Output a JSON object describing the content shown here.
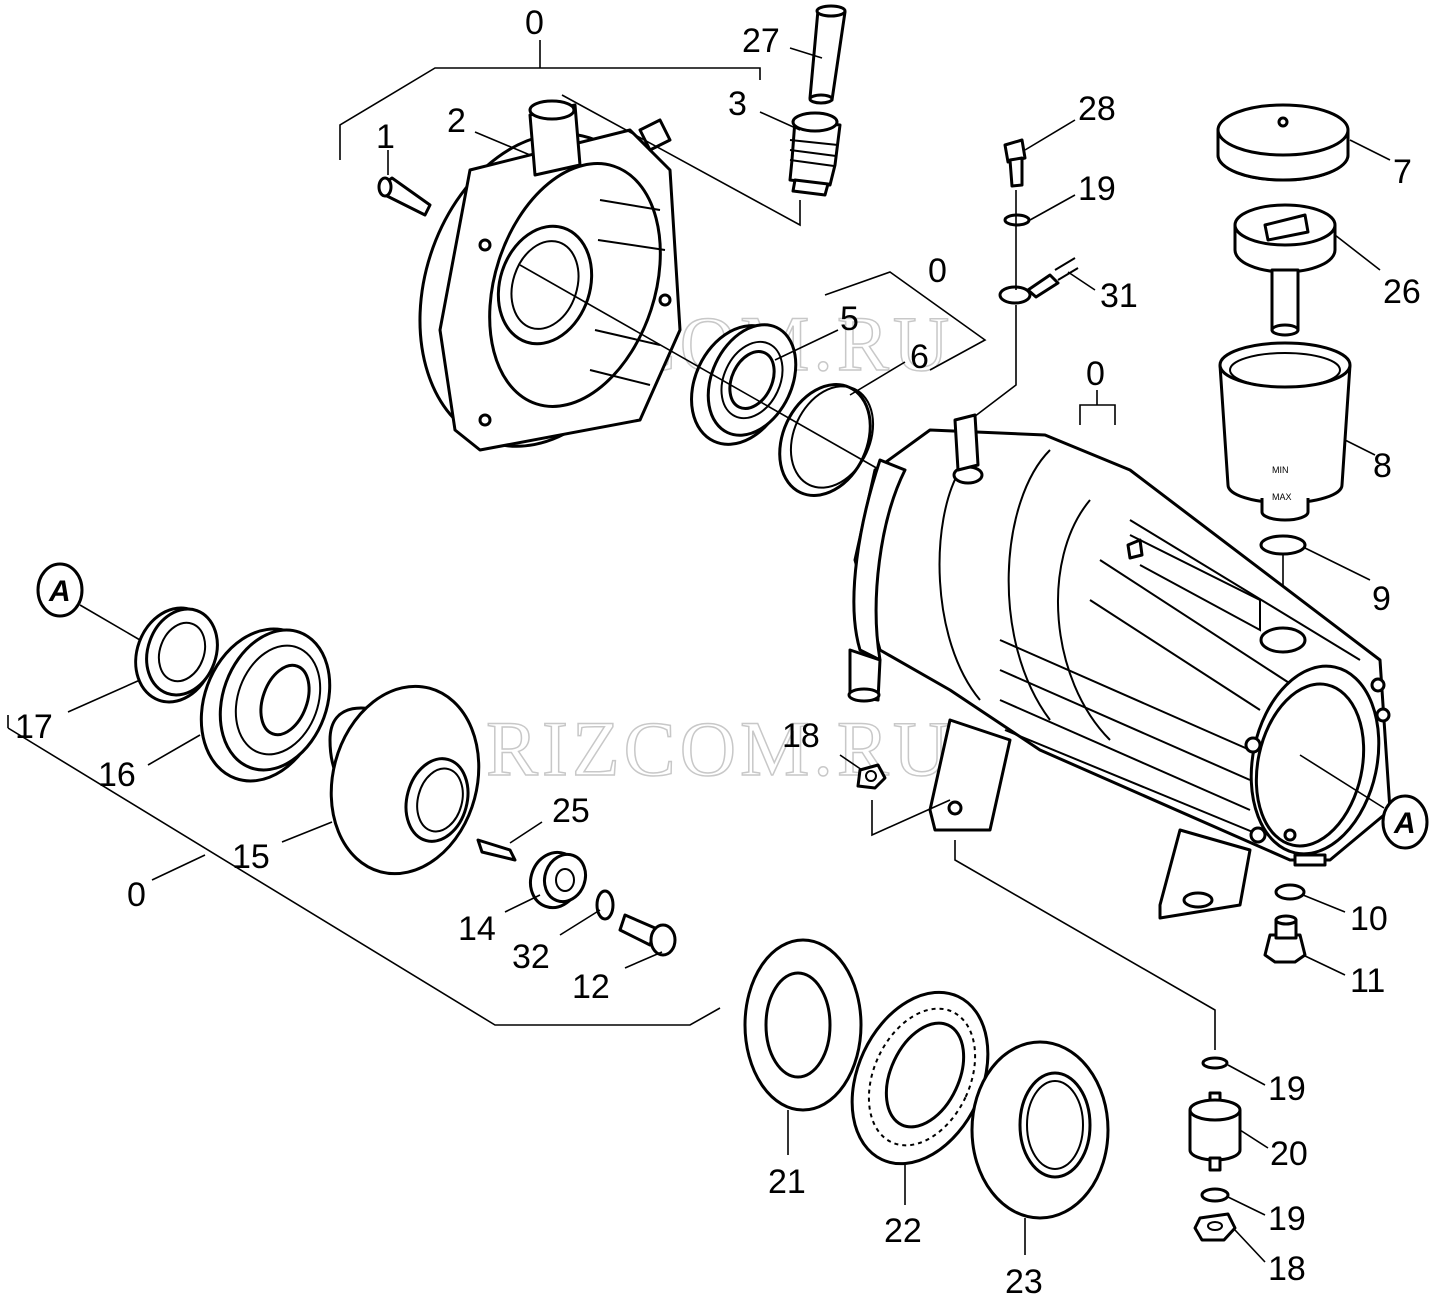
{
  "watermark": "BRIZCOM.RU",
  "reference_marker": "A",
  "cup_marks": {
    "min": "MIN",
    "max": "MAX"
  },
  "labels": {
    "l0_top": "0",
    "l27": "27",
    "l3": "3",
    "l2": "2",
    "l1": "1",
    "l28": "28",
    "l7": "7",
    "l19_top": "19",
    "l26": "26",
    "l31": "31",
    "l0_bearing": "0",
    "l5": "5",
    "l6": "6",
    "l0_housing": "0",
    "l8": "8",
    "l9": "9",
    "l17": "17",
    "l16": "16",
    "l18_mid": "18",
    "l15": "15",
    "l25": "25",
    "l0_left": "0",
    "l14": "14",
    "l32": "32",
    "l12": "12",
    "l10": "10",
    "l11": "11",
    "l19_mid": "19",
    "l20": "20",
    "l19_bot": "19",
    "l18_bot": "18",
    "l21": "21",
    "l22": "22",
    "l23": "23"
  }
}
